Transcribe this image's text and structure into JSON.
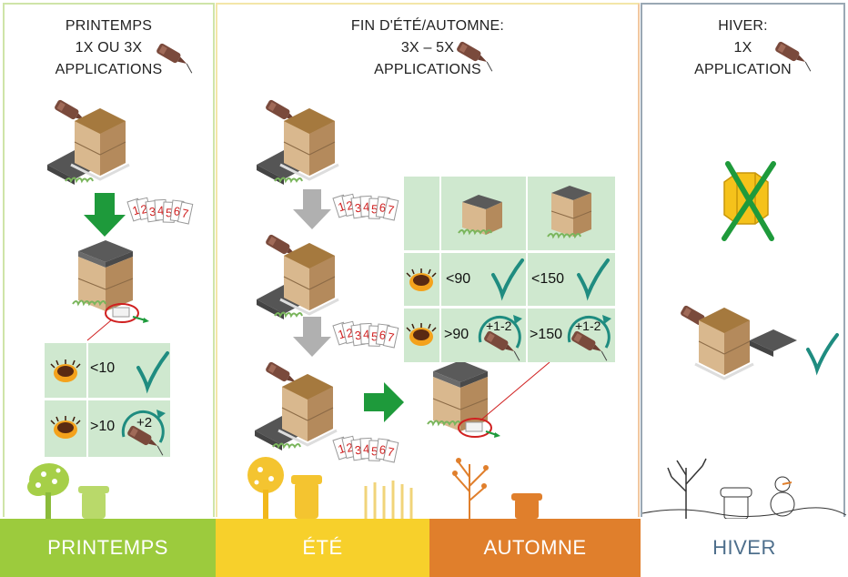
{
  "panels": {
    "spring": {
      "line1": "PRINTEMPS",
      "line2": "1X OU 3X",
      "line3": "APPLICATIONS"
    },
    "summer_autumn": {
      "line1": "FIN D'ÉTÉ/AUTOMNE:",
      "line2": "3X – 5X",
      "line3": "APPLICATIONS"
    },
    "winter": {
      "line1": "HIVER:",
      "line2": "1X",
      "line3": "APPLICATION"
    }
  },
  "calendar_digits": [
    "1",
    "2",
    "3",
    "4",
    "5",
    "6",
    "7"
  ],
  "spring_table": {
    "row1": "<10",
    "row2": ">10",
    "row2_extra": "+2"
  },
  "autumn_table": {
    "r1c1": "<90",
    "r1c2": "<150",
    "r2c1": ">90",
    "r2c2": ">150",
    "extra": "+1-2"
  },
  "seasons": {
    "spring": "PRINTEMPS",
    "summer": "ÉTÉ",
    "autumn": "AUTOMNE",
    "winter": "HIVER"
  },
  "colors": {
    "spring": "#9ccb3d",
    "summer": "#f7d02b",
    "autumn": "#e07f2c",
    "winter_text": "#4e6f8c",
    "table": "#cfe8cf",
    "check": "#1f8c80",
    "arrow_green": "#1e9a3b",
    "arrow_grey": "#b0b0b0"
  },
  "icons": [
    "syringe-icon",
    "beehive-icon",
    "calendar-icon",
    "varroa-mite-icon",
    "check-icon",
    "cycle-arrow-icon",
    "crossed-brood-icon",
    "tree-icon",
    "snowman-icon"
  ]
}
